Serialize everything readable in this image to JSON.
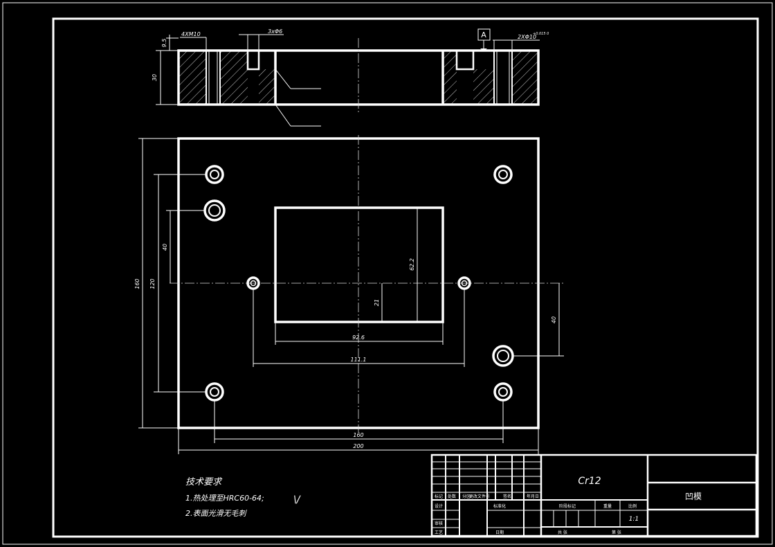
{
  "drawing": {
    "dims": {
      "counterbore": "4XM10",
      "screw": "3xΦ6",
      "top_offset": "9.5",
      "thickness": "30",
      "overall_height": "160",
      "hole_vertical": "120",
      "hole_offset_left": "40",
      "hole_offset_right": "40",
      "cavity_height": "62.2",
      "cavity_offset": "21",
      "cavity_width": "92.6",
      "pilot_spacing": "111.1",
      "hole_horizontal": "160",
      "overall_width": "200",
      "pin": "2XΦ10",
      "pin_tol": "+0.015\n0"
    },
    "datum": "A",
    "roughness_symbol": "\\/",
    "tech_requirements": {
      "title": "技术要求",
      "items": [
        "1.热处理至HRC60-64;",
        "2.表面光滑无毛刺"
      ]
    },
    "title_block": {
      "material": "Cr12",
      "part_name": "凹模",
      "scale": "1:1",
      "labels": {
        "mark": "标记",
        "count": "处数",
        "zone": "分区",
        "change_doc": "更改文件号",
        "sign": "签名",
        "date": "年月日",
        "design": "设计",
        "standardize": "标准化",
        "review": "审核",
        "process": "工艺",
        "approve": "日期",
        "stage_mark": "阶段标记",
        "weight": "重量",
        "scale_label": "比例",
        "total": "共 张",
        "sheet": "第 张"
      }
    },
    "colors": {
      "background": "#000000",
      "lines": "#ffffff"
    }
  }
}
